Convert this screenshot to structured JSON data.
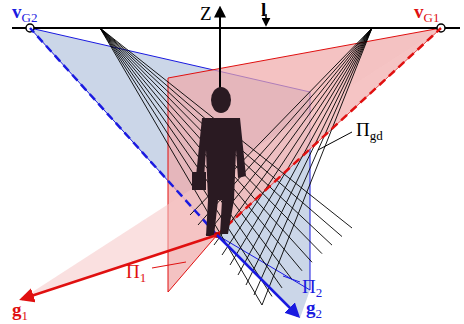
{
  "diagram": {
    "labels": [
      "vG2",
      "vG1",
      "Z",
      "l",
      "Πgd",
      "Π1",
      "Π2",
      "g1",
      "g2"
    ]
  }
}
